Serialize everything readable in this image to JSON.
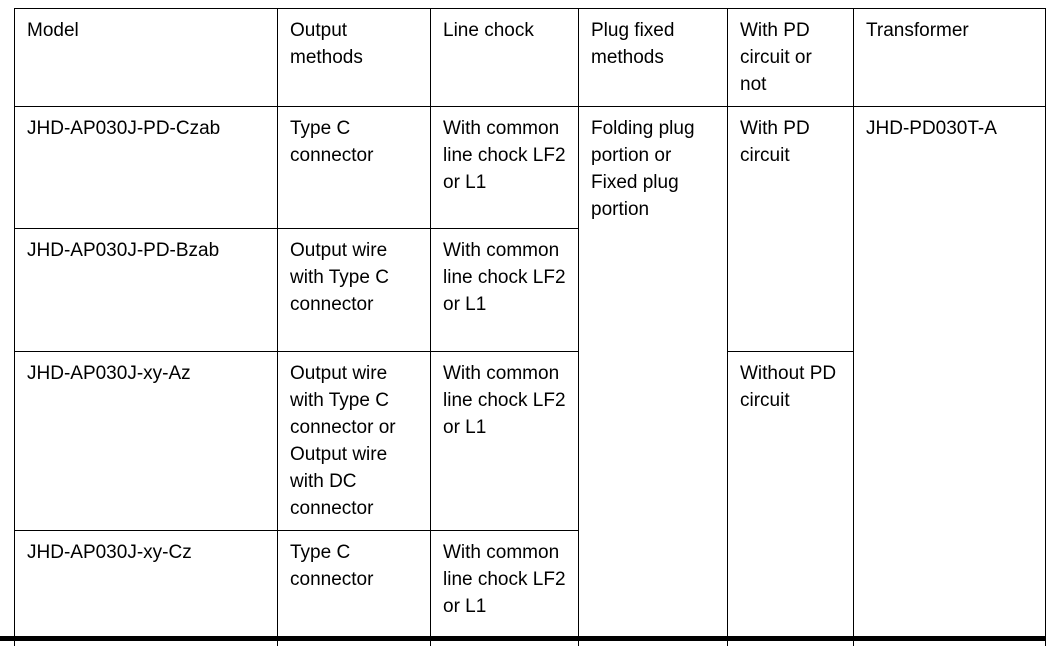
{
  "colors": {
    "background": "#ffffff",
    "border": "#000000",
    "text": "#000000"
  },
  "table": {
    "headers": {
      "model": "Model",
      "output_methods": "Output methods",
      "line_chock": "Line chock",
      "plug_fixed_methods": "Plug fixed methods",
      "pd_circuit": "With PD circuit or not",
      "transformer": "Transformer"
    },
    "rows": [
      {
        "model": "JHD-AP030J-PD-Czab",
        "output": "Type C connector",
        "chock": "With common line chock LF2 or L1",
        "plug": "Folding plug portion or Fixed plug portion",
        "pd": "With PD circuit",
        "transformer": "JHD-PD030T-A"
      },
      {
        "model": "JHD-AP030J-PD-Bzab",
        "output": "Output wire with Type C connector",
        "chock": "With common line chock LF2 or L1"
      },
      {
        "model": "JHD-AP030J-xy-Az",
        "output": "Output wire with Type C connector or Output wire with DC connector",
        "chock": "With common line chock LF2 or L1",
        "pd": "Without PD circuit"
      },
      {
        "model": "JHD-AP030J-xy-Cz",
        "output": "Type C connector",
        "chock": "With common line chock LF2 or L1"
      }
    ]
  }
}
